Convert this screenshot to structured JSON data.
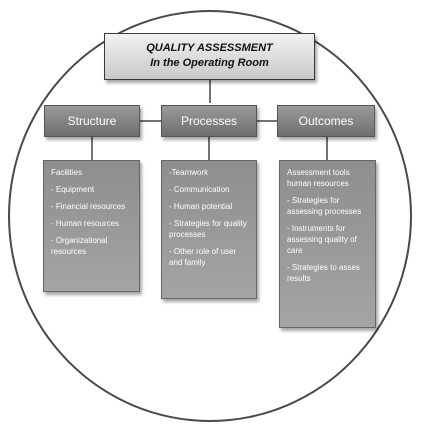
{
  "title": {
    "line1": "QUALITY ASSESSMENT",
    "line2": "In the Operating Room"
  },
  "columns": [
    {
      "header": "Structure",
      "items": [
        "Facilities",
        "- Equipment",
        "- Financial resources",
        "- Human resources",
        "- Organizational resources"
      ]
    },
    {
      "header": "Processes",
      "items": [
        "-Teamwork",
        "- Communication",
        "- Human potential",
        "- Strategies for quality processes",
        "- Other role of user and family"
      ]
    },
    {
      "header": "Outcomes",
      "items": [
        "Assessment tools human resources",
        "- Strategies for assessing processes",
        "- Instruments for assessing quality of care",
        "- Strategies to asses results"
      ]
    }
  ],
  "colors": {
    "header_fill": "#7f7f7f",
    "list_fill": "#999999",
    "title_fill": "#d9d9d9",
    "outline": "#4a4a4a"
  }
}
